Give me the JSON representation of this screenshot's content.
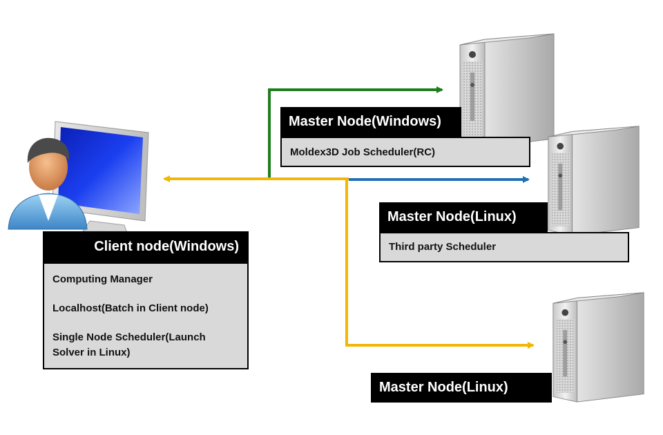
{
  "diagram": {
    "client": {
      "title": "Client node(Windows)",
      "items": [
        "Computing Manager",
        "Localhost(Batch in Client node)",
        "Single Node Scheduler(Launch Solver in Linux)"
      ]
    },
    "master_windows": {
      "title": "Master Node(Windows)",
      "items": [
        "Moldex3D Job Scheduler(RC)"
      ]
    },
    "master_linux_1": {
      "title": "Master Node(Linux)",
      "items": [
        "Third party Scheduler"
      ]
    },
    "master_linux_2": {
      "title": "Master Node(Linux)"
    },
    "colors": {
      "green_link": "#1e7d1e",
      "blue_link": "#1f6fb5",
      "yellow_link": "#f2b705",
      "header_bg": "#000000",
      "row_bg": "#d9d9d9"
    },
    "icons": [
      "user-icon",
      "monitor-icon",
      "server-icon"
    ]
  }
}
